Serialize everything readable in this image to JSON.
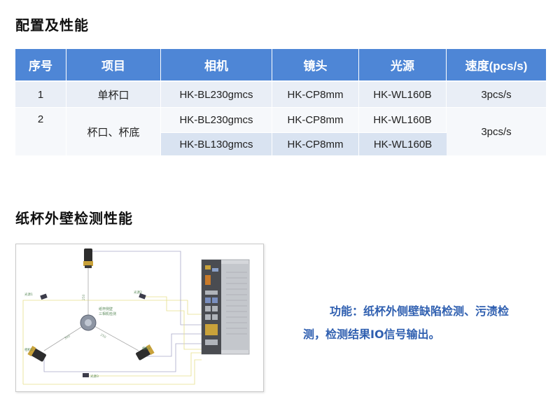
{
  "section1": {
    "title": "配置及性能"
  },
  "table": {
    "headers": [
      "序号",
      "项目",
      "相机",
      "镜头",
      "光源",
      "速度(pcs/s)"
    ],
    "rows": [
      {
        "num": "1",
        "item": "单杯口",
        "camera": "HK-BL230gmcs",
        "lens": "HK-CP8mm",
        "light": "HK-WL160B",
        "speed": "3pcs/s"
      },
      {
        "num": "2",
        "item": "杯口、杯底",
        "camera": "HK-BL230gmcs",
        "lens": "HK-CP8mm",
        "light": "HK-WL160B",
        "speed": "3pcs/s"
      },
      {
        "camera": "HK-BL130gmcs",
        "lens": "HK-CP8mm",
        "light": "HK-WL160B"
      }
    ]
  },
  "section2": {
    "title": "纸杯外壁检测性能"
  },
  "diagram": {
    "labels": {
      "light_left": "光源1",
      "light_right": "光源2",
      "light_bottom": "光源3",
      "camera_left": "相机1",
      "camera_right": "相机2",
      "center_text_1": "纸杯侧壁",
      "center_text_2": "三相机检测",
      "dist_top": "250",
      "dist_left": "300",
      "dist_right": "250"
    }
  },
  "function": {
    "line1": "功能：纸杯外侧壁缺陷检测、污渍检",
    "line2": "测，检测结果IO信号输出。"
  },
  "colors": {
    "header_blue": "#4e86d6",
    "row_light": "#e9eef6",
    "row_mid": "#d9e3f1",
    "function_text": "#2f5fb0"
  }
}
